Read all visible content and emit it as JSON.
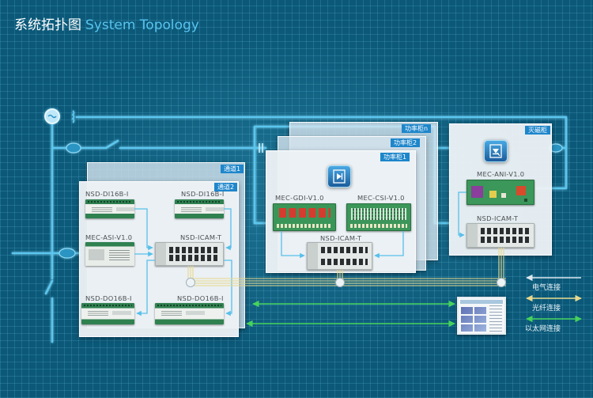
{
  "title": {
    "cn": "系统拓扑图",
    "en": "System Topology"
  },
  "channel_cabinets": {
    "tags": [
      "通道1",
      "通道2"
    ],
    "modules": [
      {
        "label": "NSD-DI16B-I"
      },
      {
        "label": "NSD-DI16B-I"
      },
      {
        "label": "MEC-ASI-V1.0"
      },
      {
        "label": "NSD-ICAM-T"
      },
      {
        "label": "NSD-DO16B-I"
      },
      {
        "label": "NSD-DO16B-I"
      }
    ]
  },
  "power_cabinets": {
    "tags": [
      "功率柜n",
      "功率柜2",
      "功率柜1"
    ],
    "icon": "rectifier-icon",
    "modules": [
      {
        "label": "MEC-GDI-V1.0"
      },
      {
        "label": "MEC-CSI-V1.0"
      },
      {
        "label": "NSD-ICAM-T"
      }
    ]
  },
  "de_excitation_cabinet": {
    "tag": "灭磁柜",
    "icon": "thyristor-icon",
    "modules": [
      {
        "label": "MEC-ANI-V1.0"
      },
      {
        "label": "NSD-ICAM-T"
      }
    ]
  },
  "legend": [
    {
      "label": "电气连接",
      "color": "#dce8ee"
    },
    {
      "label": "光纤连接",
      "color": "#e8d98c"
    },
    {
      "label": "以太网连接",
      "color": "#46d35c"
    }
  ],
  "icons": {
    "power_source": "transformer-icon",
    "host": "monitor-icon"
  },
  "colors": {
    "main_wire": "#5cc6ee",
    "signal_link": "#58bfea",
    "tag": "#1e86cb",
    "background": "#0b5878"
  }
}
